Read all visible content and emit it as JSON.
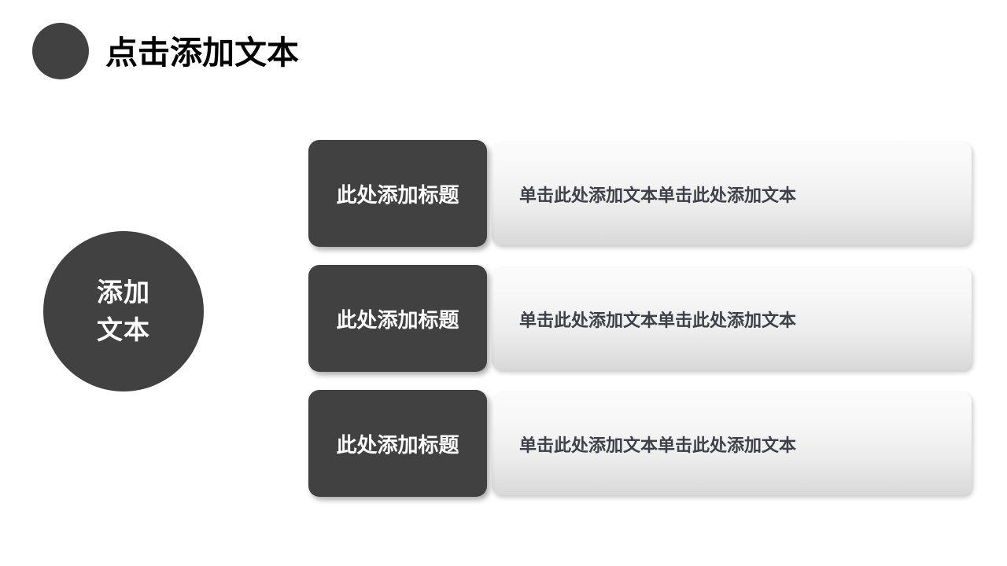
{
  "slide": {
    "background_color": "#ffffff",
    "accent_dark": "#414141",
    "panel_light_top": "#fbfbfb",
    "panel_light_bottom": "#d8d8d8",
    "body_text_color": "#3f3f4a",
    "title_color": "#000000"
  },
  "header": {
    "bullet_icon": "filled-circle-icon",
    "title": "点击添加文本"
  },
  "hub": {
    "icon": "filled-circle-icon",
    "lines": [
      "添加",
      "文本"
    ]
  },
  "rows": [
    {
      "tab_label": "此处添加标题",
      "body_text": "单击此处添加文本单击此处添加文本"
    },
    {
      "tab_label": "此处添加标题",
      "body_text": "单击此处添加文本单击此处添加文本"
    },
    {
      "tab_label": "此处添加标题",
      "body_text": "单击此处添加文本单击此处添加文本"
    }
  ]
}
